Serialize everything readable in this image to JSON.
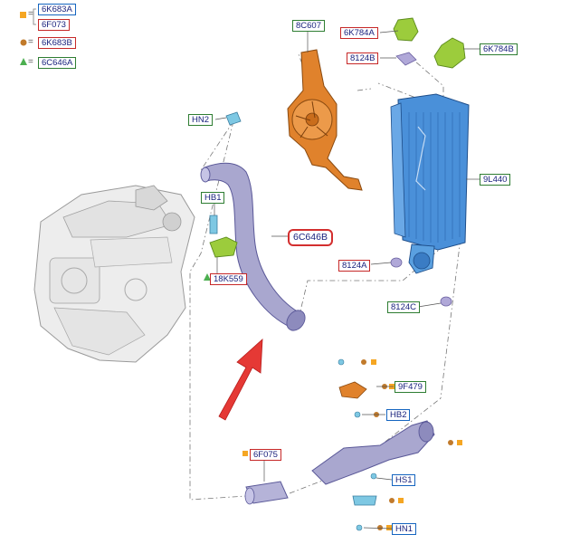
{
  "legend": [
    {
      "symbol": "square",
      "color": "#f5a623",
      "codes": [
        "6K683A",
        "6F073"
      ]
    },
    {
      "symbol": "circle",
      "color": "#c17a2b",
      "codes": [
        "6K683B"
      ]
    },
    {
      "symbol": "triangle",
      "color": "#4caf50",
      "codes": [
        "6C646A"
      ]
    }
  ],
  "legend_eq": "=",
  "callouts": {
    "hn2": "HN2",
    "c8c607": "8C607",
    "k6k784a": "6K784A",
    "n8124b": "8124B",
    "k6k784b": "6K784B",
    "hb1": "HB1",
    "c6c646b": "6C646B",
    "k18k559": "18K559",
    "l9l440": "9L440",
    "a8124a": "8124A",
    "c8124c": "8124C",
    "f9f479": "9F479",
    "hb2": "HB2",
    "f6f075": "6F075",
    "hs1": "HS1",
    "hn1": "HN1"
  },
  "colors": {
    "label_green": "#2e7d32",
    "label_red": "#c62828",
    "label_blue": "#1565c0",
    "highlight": "#d32f2f",
    "pipe": "#a9a7cf",
    "intercooler": "#4a90d9",
    "fan": "#e0822c",
    "bracket": "#9ccc3c",
    "arrow": "#e53935"
  },
  "icons": [
    "engine-icon",
    "intercooler-icon",
    "fan-shroud-icon",
    "charge-pipe-icon",
    "direction-arrow-icon"
  ]
}
